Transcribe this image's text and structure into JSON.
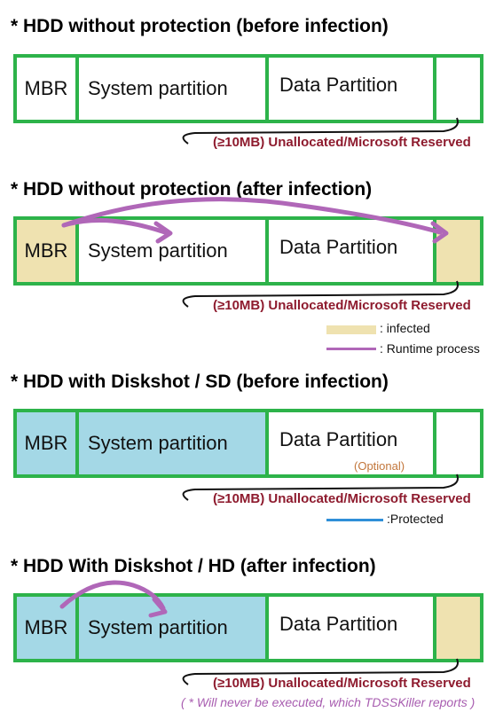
{
  "colors": {
    "border": "#2db34a",
    "infected": "#efe2b0",
    "protected": "#a4d8e6",
    "runtime": "#b067b8",
    "protected_line": "#2f8fd8",
    "unallocated_text": "#8e1b2e",
    "optional_text": "#c2763b",
    "note_text": "#a85db0"
  },
  "sections": [
    {
      "heading": "* HDD without protection (before infection)",
      "mbr": "MBR",
      "system": "System partition",
      "data": "Data Partition",
      "unallocated": "(≥10MB)  Unallocated/Microsoft Reserved"
    },
    {
      "heading": "* HDD without protection (after infection)",
      "mbr": "MBR",
      "system": "System partition",
      "data": "Data Partition",
      "unallocated": "(≥10MB)  Unallocated/Microsoft Reserved"
    },
    {
      "heading": "* HDD with Diskshot / SD (before infection)",
      "mbr": "MBR",
      "system": "System partition",
      "data": "Data Partition",
      "optional": "(Optional)",
      "unallocated": "(≥10MB)  Unallocated/Microsoft Reserved"
    },
    {
      "heading": "* HDD With Diskshot / HD (after infection)",
      "mbr": "MBR",
      "system": "System partition",
      "data": "Data Partition",
      "unallocated": "(≥10MB)  Unallocated/Microsoft Reserved",
      "note": "( * Will never be executed, which TDSSKiller reports )"
    }
  ],
  "legend": {
    "infected": ": infected",
    "runtime": ": Runtime process",
    "protected": ":Protected"
  }
}
